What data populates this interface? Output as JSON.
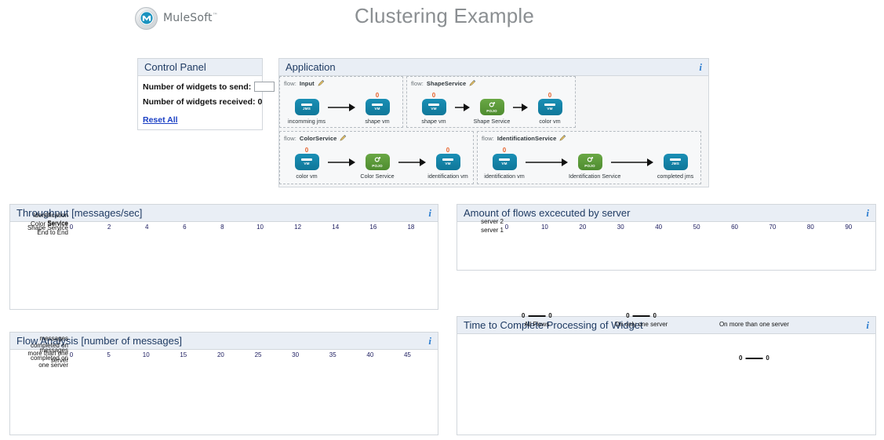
{
  "header": {
    "brand_name": "MuleSoft",
    "brand_tm": "™",
    "logo_icon": "mulesoft-logo-icon",
    "title": "Clustering Example"
  },
  "control_panel": {
    "title": "Control Panel",
    "send_label": "Number of widgets to send:",
    "input_value": "",
    "input_placeholder": "",
    "send_icon": "send-play-icon",
    "received_label": "Number of widgets received: 0",
    "received_count": "0",
    "reset_link": "Reset All"
  },
  "application": {
    "title": "Application",
    "info_icon": "info-icon",
    "flow_word": "flow:",
    "edit_icon": "pencil-edit-icon",
    "flows": [
      {
        "name": "Input",
        "nodes": [
          {
            "label": "incomming jms",
            "kind": "jms",
            "tag": "JMS",
            "badge": ""
          },
          {
            "label": "shape vm",
            "kind": "vm",
            "tag": "VM",
            "badge": "0"
          }
        ]
      },
      {
        "name": "ShapeService",
        "nodes": [
          {
            "label": "shape vm",
            "kind": "vm",
            "tag": "VM",
            "badge": "0"
          },
          {
            "label": "Shape Service",
            "kind": "pojo",
            "tag": "POJO",
            "badge": ""
          },
          {
            "label": "color vm",
            "kind": "vm",
            "tag": "VM",
            "badge": "0"
          }
        ]
      },
      {
        "name": "ColorService",
        "nodes": [
          {
            "label": "color vm",
            "kind": "vm",
            "tag": "VM",
            "badge": "0"
          },
          {
            "label": "Color Service",
            "kind": "pojo",
            "tag": "POJO",
            "badge": ""
          },
          {
            "label": "identification vm",
            "kind": "vm",
            "tag": "VM",
            "badge": "0"
          }
        ]
      },
      {
        "name": "IdentificationService",
        "nodes": [
          {
            "label": "identification vm",
            "kind": "vm",
            "tag": "VM",
            "badge": "0"
          },
          {
            "label": "Identification Service",
            "kind": "pojo",
            "tag": "POJO",
            "badge": ""
          },
          {
            "label": "completed jms",
            "kind": "jms",
            "tag": "JMS",
            "badge": ""
          }
        ]
      }
    ]
  },
  "chart_data": [
    {
      "id": "throughput",
      "type": "bar",
      "title": "Throughput [messages/sec]",
      "info_icon": "info-icon",
      "orientation": "horizontal",
      "categories": [
        "End to End",
        "Shape Service",
        "Color Service",
        "Identification\nService"
      ],
      "values": [
        0,
        0,
        0,
        0
      ],
      "ticks": [
        0,
        2,
        4,
        6,
        8,
        10,
        12,
        14,
        16,
        18
      ],
      "xlim": [
        0,
        19
      ],
      "xlabel": "",
      "ylabel": "",
      "grid": true,
      "legend": "none"
    },
    {
      "id": "flows-by-server",
      "type": "bar",
      "title": "Amount of flows excecuted by server",
      "info_icon": "info-icon",
      "orientation": "horizontal",
      "categories": [
        "server 1",
        "server 2"
      ],
      "values": [
        0,
        0
      ],
      "ticks": [
        0,
        10,
        20,
        30,
        40,
        50,
        60,
        70,
        80,
        90
      ],
      "xlim": [
        0,
        95
      ],
      "xlabel": "",
      "ylabel": "",
      "grid": true,
      "legend": "none"
    },
    {
      "id": "flow-analysis",
      "type": "bar",
      "title": "Flow Analysis [number of messages]",
      "info_icon": "info-icon",
      "orientation": "horizontal",
      "categories": [
        "messages\ncompleted on\none server",
        "messages\ncompleted on\nmore than one\nserver"
      ],
      "values": [
        0,
        0
      ],
      "ticks": [
        0,
        5,
        10,
        15,
        20,
        25,
        30,
        35,
        40,
        45
      ],
      "xlim": [
        0,
        48
      ],
      "xlabel": "",
      "ylabel": "",
      "grid": true,
      "legend": "none"
    },
    {
      "id": "time-to-complete",
      "type": "bar",
      "title": "Time to Complete Processing of Widget",
      "info_icon": "info-icon",
      "orientation": "vertical",
      "categories": [
        "All Flows",
        "On only one server",
        "On more than one server"
      ],
      "values": [
        0,
        0,
        0
      ],
      "markers": [
        "0 — 0",
        "0 — 0",
        "0 — 0"
      ],
      "marker_left": "0",
      "marker_right": "0",
      "xlabel": "",
      "ylabel": "",
      "grid": false,
      "legend": "none"
    }
  ]
}
